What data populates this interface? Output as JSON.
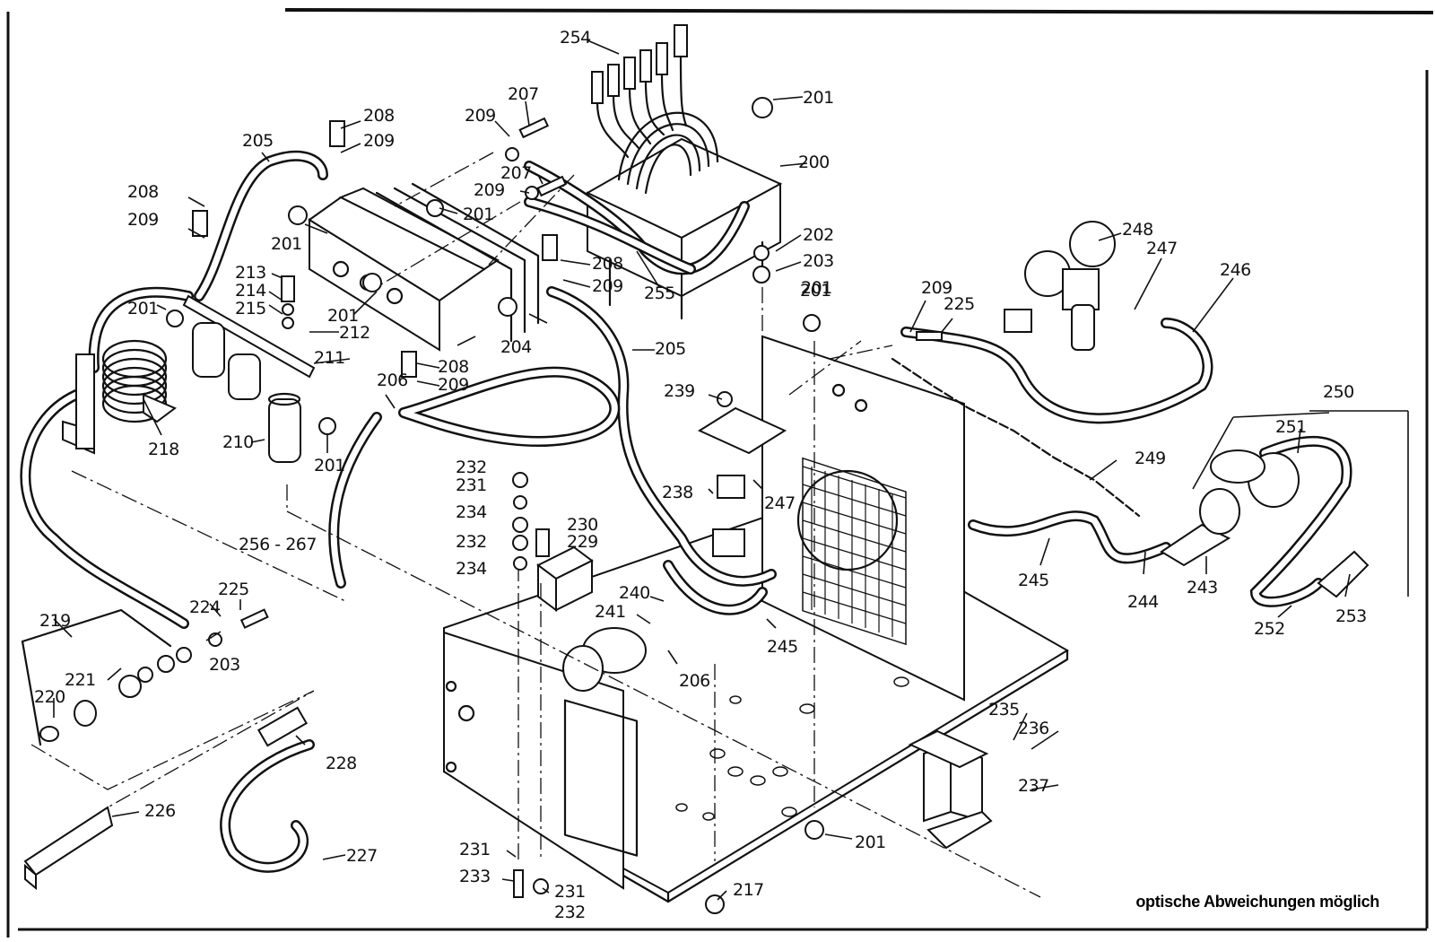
{
  "diagram": {
    "type": "exploded-parts-view",
    "footer_note": "optische Abweichungen möglich",
    "callouts": [
      {
        "id": "c254",
        "label": "254",
        "part": "terminal-block-connectors"
      },
      {
        "id": "c207a",
        "label": "207",
        "part": "bolt"
      },
      {
        "id": "c209a",
        "label": "209",
        "part": "washer"
      },
      {
        "id": "c201a",
        "label": "201",
        "part": "nut"
      },
      {
        "id": "c208a",
        "label": "208",
        "part": "bolt"
      },
      {
        "id": "c209b",
        "label": "209",
        "part": "washer"
      },
      {
        "id": "c205a",
        "label": "205",
        "part": "cable"
      },
      {
        "id": "c200",
        "label": "200",
        "part": "main-transformer"
      },
      {
        "id": "c207b",
        "label": "207",
        "part": "bolt"
      },
      {
        "id": "c209c",
        "label": "209",
        "part": "washer"
      },
      {
        "id": "c201b",
        "label": "201",
        "part": "nut"
      },
      {
        "id": "c208b",
        "label": "208",
        "part": "bolt"
      },
      {
        "id": "c209d",
        "label": "209",
        "part": "washer"
      },
      {
        "id": "c201c",
        "label": "201",
        "part": "nut"
      },
      {
        "id": "c202",
        "label": "202",
        "part": "nut"
      },
      {
        "id": "c203a",
        "label": "203",
        "part": "washer"
      },
      {
        "id": "c255",
        "label": "255",
        "part": "insulator"
      },
      {
        "id": "c208c",
        "label": "208",
        "part": "bolt"
      },
      {
        "id": "c209e",
        "label": "209",
        "part": "washer"
      },
      {
        "id": "c213",
        "label": "213",
        "part": "bolt"
      },
      {
        "id": "c214",
        "label": "214",
        "part": "lock-washer"
      },
      {
        "id": "c215",
        "label": "215",
        "part": "washer"
      },
      {
        "id": "c201d",
        "label": "201",
        "part": "nut"
      },
      {
        "id": "c201e",
        "label": "201",
        "part": "nut"
      },
      {
        "id": "c212",
        "label": "212",
        "part": "bracket"
      },
      {
        "id": "c201f",
        "label": "201",
        "part": "nut"
      },
      {
        "id": "c204",
        "label": "204",
        "part": "rectifier-heatsink"
      },
      {
        "id": "c211",
        "label": "211",
        "part": "capacitor-rail"
      },
      {
        "id": "c208d",
        "label": "208",
        "part": "bolt"
      },
      {
        "id": "c209f",
        "label": "209",
        "part": "washer"
      },
      {
        "id": "c205b",
        "label": "205",
        "part": "cable"
      },
      {
        "id": "c206a",
        "label": "206",
        "part": "cable-lug"
      },
      {
        "id": "c218",
        "label": "218",
        "part": "choke-coil"
      },
      {
        "id": "c210",
        "label": "210",
        "part": "capacitor"
      },
      {
        "id": "c201g",
        "label": "201",
        "part": "nut"
      },
      {
        "id": "c201h",
        "label": "201",
        "part": "nut"
      },
      {
        "id": "c209g",
        "label": "209",
        "part": "washer"
      },
      {
        "id": "c225a",
        "label": "225",
        "part": "bolt"
      },
      {
        "id": "c248",
        "label": "248",
        "part": "gas-pressure-regulator"
      },
      {
        "id": "c247a",
        "label": "247",
        "part": "hose-clamp"
      },
      {
        "id": "c246",
        "label": "246",
        "part": "gas-hose"
      },
      {
        "id": "c239",
        "label": "239",
        "part": "screw"
      },
      {
        "id": "c238",
        "label": "238",
        "part": "gas-valve-assembly"
      },
      {
        "id": "c247b",
        "label": "247",
        "part": "hose-clamp"
      },
      {
        "id": "c232a",
        "label": "232",
        "part": "nut"
      },
      {
        "id": "c231a",
        "label": "231",
        "part": "lock-washer"
      },
      {
        "id": "c234a",
        "label": "234",
        "part": "washer"
      },
      {
        "id": "c230",
        "label": "230",
        "part": "screw"
      },
      {
        "id": "c229",
        "label": "229",
        "part": "terminal-block"
      },
      {
        "id": "c232b",
        "label": "232",
        "part": "nut"
      },
      {
        "id": "c234b",
        "label": "234",
        "part": "washer"
      },
      {
        "id": "c256",
        "label": "256 - 267",
        "part": "wire-set"
      },
      {
        "id": "c250",
        "label": "250",
        "part": "extension-cable-set"
      },
      {
        "id": "c251",
        "label": "251",
        "part": "cee-socket"
      },
      {
        "id": "c249",
        "label": "249",
        "part": "chain"
      },
      {
        "id": "c245a",
        "label": "245",
        "part": "strain-relief"
      },
      {
        "id": "c244",
        "label": "244",
        "part": "power-cable"
      },
      {
        "id": "c243",
        "label": "243",
        "part": "cee-plug"
      },
      {
        "id": "c253",
        "label": "253",
        "part": "schuko-plug"
      },
      {
        "id": "c252",
        "label": "252",
        "part": "adapter-cable"
      },
      {
        "id": "c240",
        "label": "240",
        "part": "cable"
      },
      {
        "id": "c241",
        "label": "241",
        "part": "cable-lug"
      },
      {
        "id": "c245b",
        "label": "245",
        "part": "strain-relief"
      },
      {
        "id": "c206b",
        "label": "206",
        "part": "cable-lug"
      },
      {
        "id": "c219",
        "label": "219",
        "part": "socket-set"
      },
      {
        "id": "c225b",
        "label": "225",
        "part": "bolt"
      },
      {
        "id": "c224",
        "label": "224",
        "part": "lock-washer"
      },
      {
        "id": "c203b",
        "label": "203",
        "part": "washer"
      },
      {
        "id": "c221",
        "label": "221",
        "part": "insulating-bushing"
      },
      {
        "id": "c220",
        "label": "220",
        "part": "socket"
      },
      {
        "id": "c228",
        "label": "228",
        "part": "cable-plug"
      },
      {
        "id": "c226",
        "label": "226",
        "part": "earth-clamp"
      },
      {
        "id": "c227",
        "label": "227",
        "part": "earth-cable"
      },
      {
        "id": "c235",
        "label": "235",
        "part": "control-transformer"
      },
      {
        "id": "c236",
        "label": "236",
        "part": "terminal-strip"
      },
      {
        "id": "c237",
        "label": "237",
        "part": "fuse"
      },
      {
        "id": "c201i",
        "label": "201",
        "part": "nut"
      },
      {
        "id": "c231b",
        "label": "231",
        "part": "lock-washer"
      },
      {
        "id": "c233",
        "label": "233",
        "part": "screw"
      },
      {
        "id": "c231c",
        "label": "231",
        "part": "lock-washer"
      },
      {
        "id": "c232c",
        "label": "232",
        "part": "nut"
      },
      {
        "id": "c217",
        "label": "217",
        "part": "foot-nut"
      }
    ]
  }
}
